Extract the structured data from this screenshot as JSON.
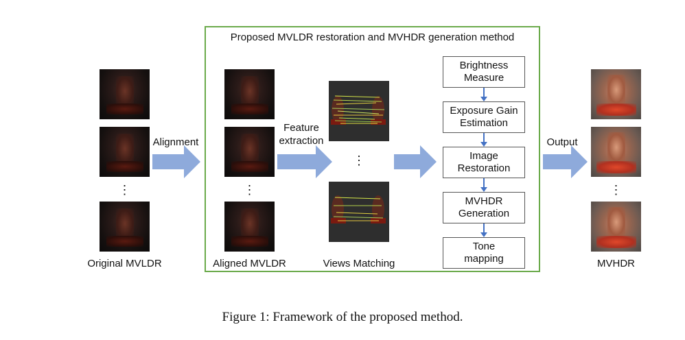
{
  "frame_title": "Proposed MVLDR restoration and MVHDR generation method",
  "left_col": {
    "label": "Original MVLDR",
    "dots": "⋮"
  },
  "alignment_label": "Alignment",
  "aligned_col": {
    "label": "Aligned MVLDR",
    "dots": "⋮"
  },
  "feature_label_1": "Feature",
  "feature_label_2": "extraction",
  "matching": {
    "label": "Views Matching",
    "dots": "⋮"
  },
  "pipeline": [
    {
      "line1": "Brightness",
      "line2": "Measure"
    },
    {
      "line1": "Exposure Gain",
      "line2": "Estimation"
    },
    {
      "line1": "Image",
      "line2": "Restoration"
    },
    {
      "line1": "MVHDR",
      "line2": "Generation"
    },
    {
      "line1": "Tone",
      "line2": "mapping"
    }
  ],
  "output_label": "Output",
  "right_col": {
    "label": "MVHDR",
    "dots": "⋮"
  },
  "caption": "Figure 1: Framework of the proposed method.",
  "colors": {
    "frame": "#6aaa4a",
    "arrow": "#8eaadb",
    "small_arrow": "#4472c4"
  }
}
